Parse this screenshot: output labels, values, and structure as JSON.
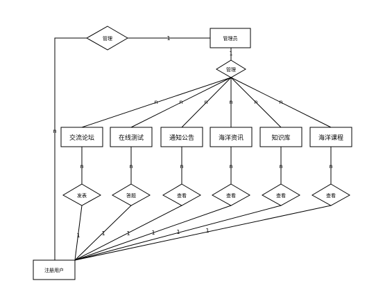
{
  "admin": {
    "label": "管理员"
  },
  "top_relation": {
    "label": "管理"
  },
  "admin_relation": {
    "label": "管理"
  },
  "user": {
    "label": "注册用户"
  },
  "modules": [
    {
      "label": "交流论坛",
      "relation": "发表"
    },
    {
      "label": "在线测试",
      "relation": "答题"
    },
    {
      "label": "通知公告",
      "relation": "查看"
    },
    {
      "label": "海洋资讯",
      "relation": "查看"
    },
    {
      "label": "知识库",
      "relation": "查看"
    },
    {
      "label": "海洋课程",
      "relation": "查看"
    }
  ],
  "cardinality": {
    "one": "1",
    "many": "n"
  }
}
